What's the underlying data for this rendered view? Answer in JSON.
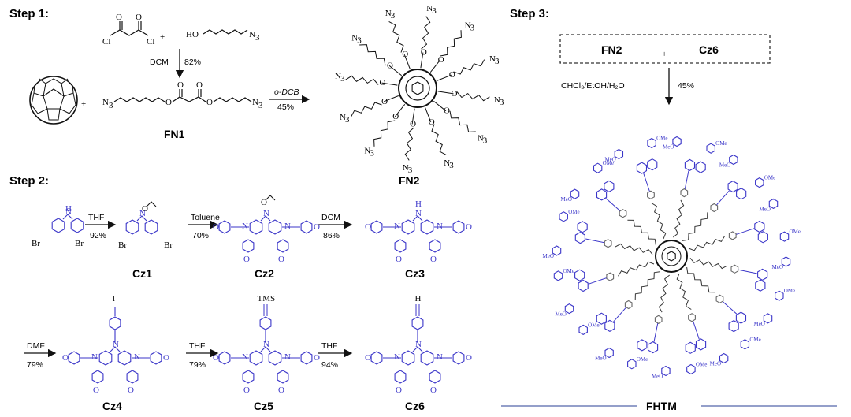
{
  "steps": {
    "step1": "Step 1:",
    "step2": "Step 2:",
    "step3": "Step 3:"
  },
  "step1": {
    "cl_left": "Cl",
    "cl_right": "Cl",
    "o_left": "O",
    "o_right": "O",
    "plus": "+",
    "ho": "HO",
    "n3": "N",
    "n3_sub": "3",
    "cond1_solvent": "DCM",
    "cond1_yield": "82%",
    "cond2_solvent": "o-DCB",
    "cond2_yield": "45%",
    "fn1": "FN1",
    "fn2": "FN2"
  },
  "step2": {
    "br": "Br",
    "h": "H",
    "n": "N",
    "o": "O",
    "arrows": [
      {
        "solvent": "THF",
        "yield": "92%"
      },
      {
        "solvent": "Toluene",
        "yield": "70%"
      },
      {
        "solvent": "DCM",
        "yield": "86%"
      },
      {
        "solvent": "DMF",
        "yield": "79%"
      },
      {
        "solvent": "THF",
        "yield": "79%"
      },
      {
        "solvent": "THF",
        "yield": "94%"
      }
    ],
    "compounds": [
      "Cz1",
      "Cz2",
      "Cz3",
      "Cz4",
      "Cz5",
      "Cz6"
    ],
    "iodo": "I",
    "tms": "TMS",
    "h_top": "H",
    "ome": "O"
  },
  "step3": {
    "box_left": "FN2",
    "box_plus": "+",
    "box_right": "Cz6",
    "cond_solvent": "CHCl₃/EtOH/H₂O",
    "cond_yield": "45%",
    "product": "FHTM",
    "ome": "OMe",
    "meo": "MeO"
  },
  "colors": {
    "black": "#111111",
    "blue": "#3b36c9",
    "frame_line": "#5566aa"
  }
}
